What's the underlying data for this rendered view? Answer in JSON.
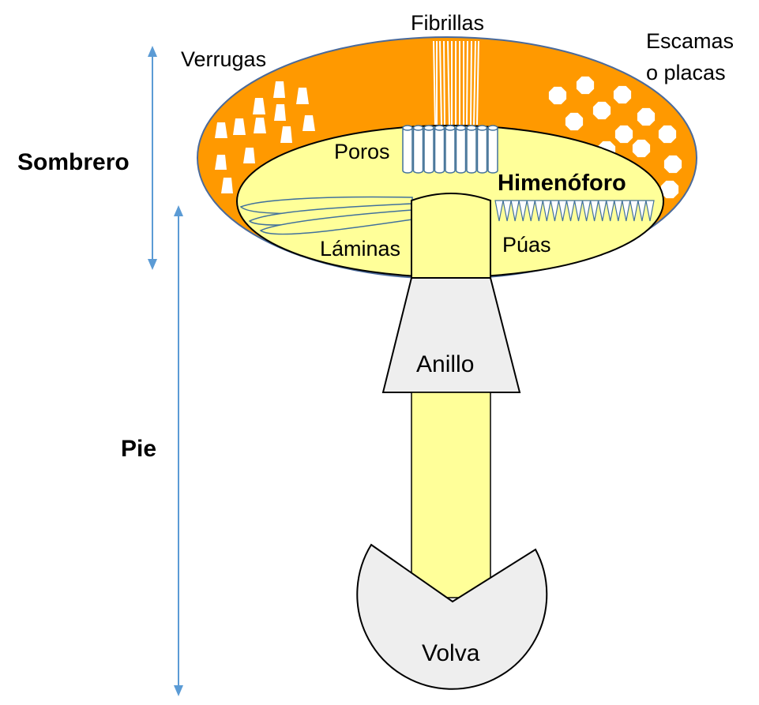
{
  "labels": {
    "fibrillas": "Fibrillas",
    "verrugas": "Verrugas",
    "escamas_line1": "Escamas",
    "escamas_line2": "o placas",
    "poros": "Poros",
    "himenoforo": "Himenóforo",
    "laminas": "Láminas",
    "puas": "Púas",
    "anillo": "Anillo",
    "volva": "Volva",
    "sombrero": "Sombrero",
    "pie": "Pie"
  },
  "colors": {
    "cap_orange": "#FF9900",
    "cap_outline": "#4A6A9B",
    "hymenophore_yellow": "#FFFF99",
    "structure_gray": "#EEEEEE",
    "arrow_blue": "#5B9BD5",
    "feature_outline": "#41719C",
    "white": "#FFFFFF"
  }
}
